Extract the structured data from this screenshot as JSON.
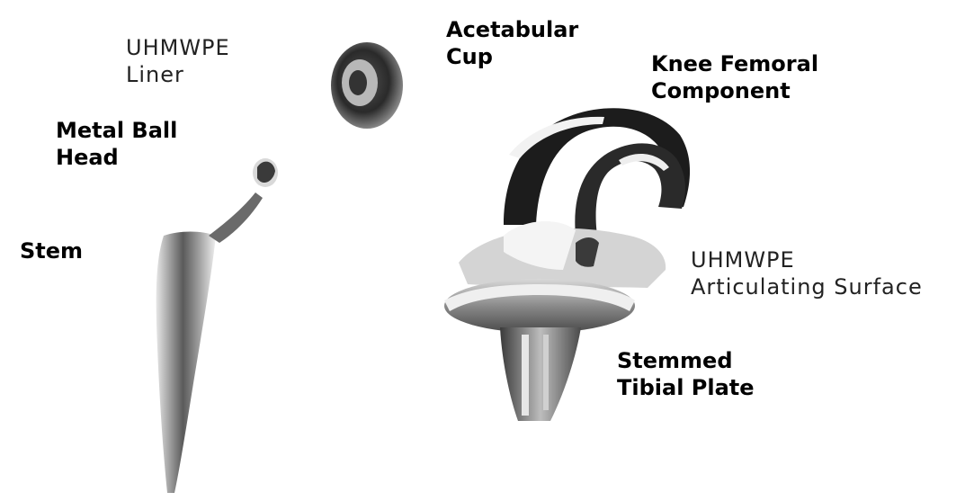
{
  "diagram": {
    "labels": {
      "uhmwpe_liner": "UHMWPE\nLiner",
      "acetabular_cup": "Acetabular\nCup",
      "knee_femoral_component": "Knee Femoral\nComponent",
      "metal_ball_head": "Metal Ball\nHead",
      "stem": "Stem",
      "uhmwpe_articulating_surface": "UHMWPE\nArticulating Surface",
      "stemmed_tibial_plate": "Stemmed\nTibial Plate"
    },
    "colors": {
      "background": "#ffffff",
      "text": "#000000",
      "metal_dark": "#1a1a1a",
      "metal_mid": "#7a7a7a",
      "metal_light": "#cfcfcf"
    }
  }
}
